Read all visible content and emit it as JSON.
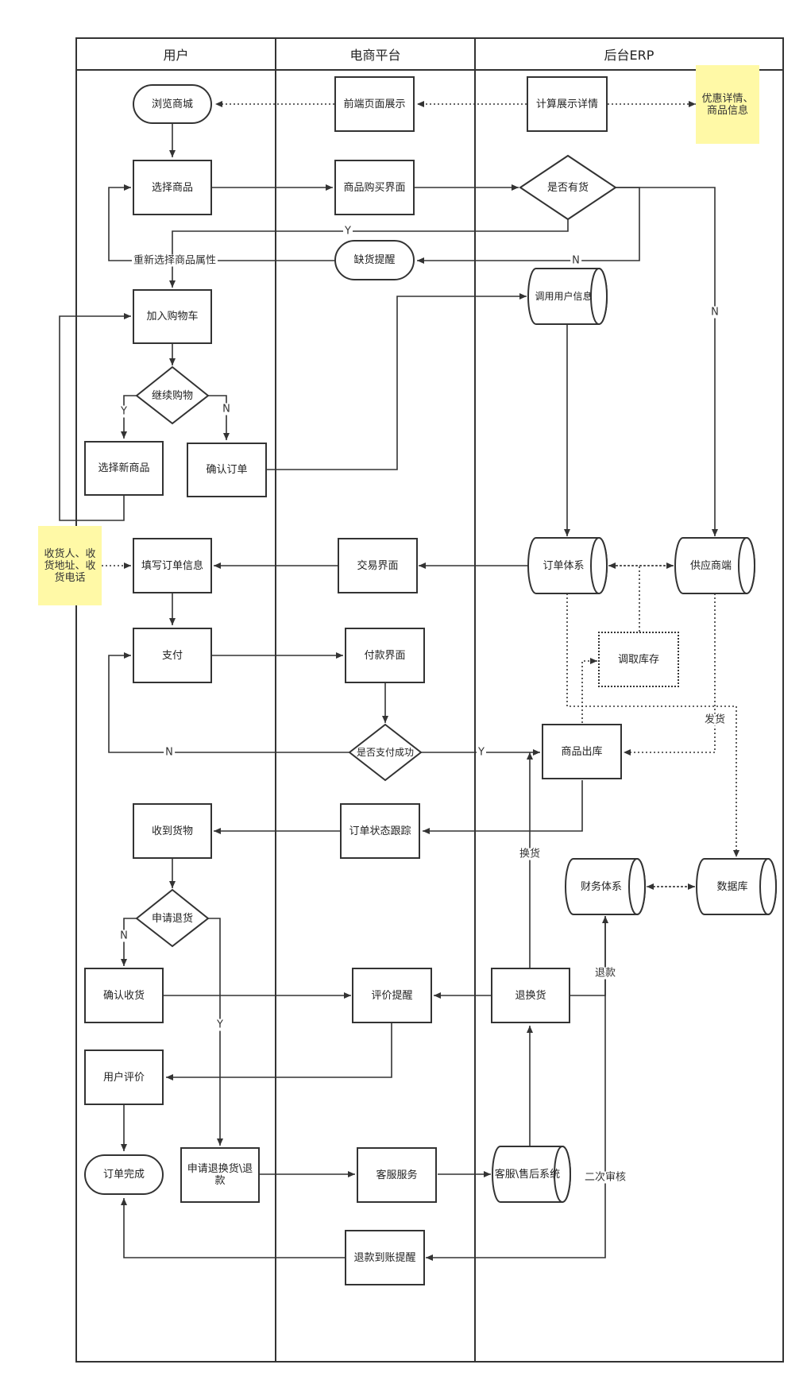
{
  "lanes": [
    "用户",
    "电商平台",
    "后台ERP"
  ],
  "nodes": {
    "browse_mall": "浏览商城",
    "frontend_display": "前端页面展示",
    "calc_details": "计算展示详情",
    "promo_note": "优惠详情、商品信息",
    "select_product": "选择商品",
    "purchase_page": "商品购买界面",
    "in_stock": "是否有货",
    "out_of_stock": "缺货提醒",
    "call_user_info": "调用用户信息",
    "add_cart": "加入购物车",
    "continue_shopping": "继续购物",
    "select_new": "选择新商品",
    "confirm_order": "确认订单",
    "address_note": "收货人、收货地址、收货电话",
    "fill_order": "填写订单信息",
    "trade_page": "交易界面",
    "order_system": "订单体系",
    "supplier": "供应商端",
    "pay": "支付",
    "pay_page": "付款界面",
    "fetch_inventory": "调取库存",
    "pay_success": "是否支付成功",
    "ship_out": "商品出库",
    "received": "收到货物",
    "order_tracking": "订单状态跟踪",
    "finance": "财务体系",
    "database": "数据库",
    "apply_return": "申请退货",
    "confirm_receipt": "确认收货",
    "review_reminder": "评价提醒",
    "return_exchange": "退换货",
    "user_review": "用户评价",
    "order_complete": "订单完成",
    "apply_refund": "申请退换货\\退款",
    "cs_service": "客服服务",
    "after_sales": "客服\\售后系统",
    "refund_arrival": "退款到账提醒"
  },
  "edge_labels": {
    "reselect": "重新选择商品属性",
    "y1": "Y",
    "n1": "N",
    "n2": "N",
    "y2": "Y",
    "n3": "N",
    "n4": "N",
    "y3": "Y",
    "ship": "发货",
    "exchange": "换货",
    "refund": "退款",
    "n5": "N",
    "y4": "Y",
    "second_review": "二次审核"
  }
}
